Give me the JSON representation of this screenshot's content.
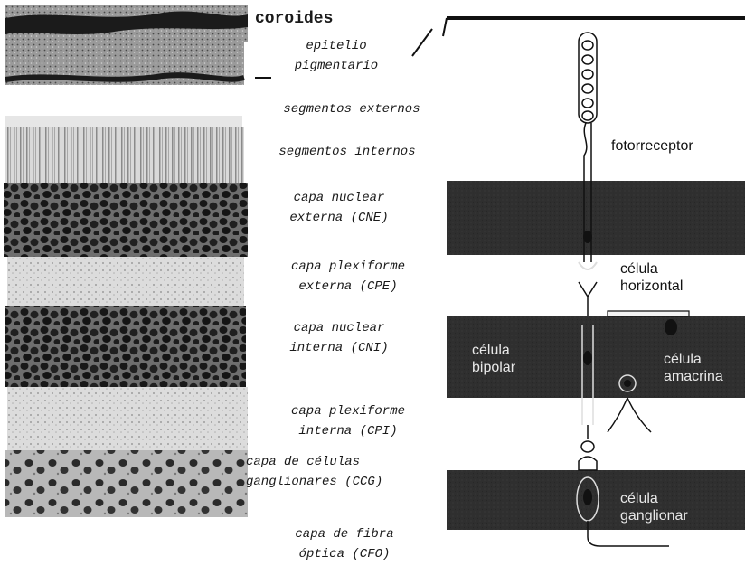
{
  "layers": [
    {
      "key": "coroides",
      "lines": [
        "coroides"
      ]
    },
    {
      "key": "epitelio",
      "lines": [
        "epitelio",
        "pigmentario"
      ]
    },
    {
      "key": "seg_ext",
      "lines": [
        "segmentos externos"
      ]
    },
    {
      "key": "seg_int",
      "lines": [
        "segmentos internos"
      ]
    },
    {
      "key": "cne",
      "lines": [
        "capa nuclear",
        "externa (CNE)"
      ]
    },
    {
      "key": "cpe",
      "lines": [
        "capa plexiforme",
        "externa (CPE)"
      ]
    },
    {
      "key": "cni",
      "lines": [
        "capa nuclear",
        "interna (CNI)"
      ]
    },
    {
      "key": "cpi",
      "lines": [
        "capa plexiforme",
        "interna (CPI)"
      ]
    },
    {
      "key": "ccg",
      "lines": [
        "capa de células",
        "ganglionares (CCG)"
      ]
    },
    {
      "key": "cfo",
      "lines": [
        "capa de fibra",
        "óptica (CFO)"
      ]
    }
  ],
  "cells": {
    "fotorreceptor": "fotorreceptor",
    "horizontal": [
      "célula",
      "horizontal"
    ],
    "bipolar": [
      "célula",
      "bipolar"
    ],
    "amacrina": [
      "célula",
      "amacrina"
    ],
    "ganglionar": [
      "célula",
      "ganglionar"
    ]
  },
  "colors": {
    "band": "#2f2f2f",
    "tissue_dark": "#262626",
    "tissue_light": "#bdbdbd",
    "line": "#111111"
  },
  "icons": {
    "micrograph": "retina-micrograph",
    "schematic": "neuron-schematic"
  }
}
